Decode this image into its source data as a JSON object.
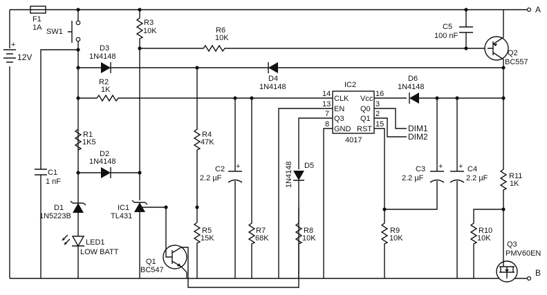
{
  "nodes": {
    "A": "A",
    "B": "B"
  },
  "fuse": {
    "ref": "F1",
    "value": "1A"
  },
  "switch": {
    "ref": "SW1"
  },
  "battery": {
    "plus": "+",
    "value": "12V"
  },
  "resistors": [
    {
      "ref": "R1",
      "value": "1K5"
    },
    {
      "ref": "R2",
      "value": "1K"
    },
    {
      "ref": "R3",
      "value": "10K"
    },
    {
      "ref": "R4",
      "value": "47K"
    },
    {
      "ref": "R5",
      "value": "15K"
    },
    {
      "ref": "R6",
      "value": "10K"
    },
    {
      "ref": "R7",
      "value": "68K"
    },
    {
      "ref": "R8",
      "value": "10K"
    },
    {
      "ref": "R9",
      "value": "10K"
    },
    {
      "ref": "R10",
      "value": "10K"
    },
    {
      "ref": "R11",
      "value": "1K"
    }
  ],
  "capacitors": [
    {
      "ref": "C1",
      "value": "1 nF"
    },
    {
      "ref": "C2",
      "value": "2.2 µF"
    },
    {
      "ref": "C3",
      "value": "2.2 µF"
    },
    {
      "ref": "C4",
      "value": "2.2 µF"
    },
    {
      "ref": "C5",
      "value": "100 nF"
    }
  ],
  "diodes": [
    {
      "ref": "D1",
      "value": "1N5223B"
    },
    {
      "ref": "D2",
      "value": "1N4148"
    },
    {
      "ref": "D3",
      "value": "1N4148"
    },
    {
      "ref": "D4",
      "value": "1N4148"
    },
    {
      "ref": "D5",
      "value": "1N4148"
    },
    {
      "ref": "D6",
      "value": "1N4148"
    }
  ],
  "led": {
    "ref": "LED1",
    "value": "LOW BATT"
  },
  "ic1": {
    "ref": "IC1",
    "value": "TL431"
  },
  "ic2": {
    "ref": "IC2",
    "value": "4017",
    "left_pins": [
      {
        "num": "14",
        "name": "CLK"
      },
      {
        "num": "13",
        "name": "EN"
      },
      {
        "num": "7",
        "name": "Q3"
      },
      {
        "num": "8",
        "name": "GND"
      }
    ],
    "right_pins": [
      {
        "num": "16",
        "name": "Vcc"
      },
      {
        "num": "3",
        "name": "Q0"
      },
      {
        "num": "2",
        "name": "Q1"
      },
      {
        "num": "15",
        "name": "RST"
      }
    ]
  },
  "outputs": {
    "dim1": "DIM1",
    "dim2": "DIM2"
  },
  "transistors": [
    {
      "ref": "Q1",
      "value": "BC547"
    },
    {
      "ref": "Q2",
      "value": "BC557"
    },
    {
      "ref": "Q3",
      "value": "PMV60EN"
    }
  ]
}
